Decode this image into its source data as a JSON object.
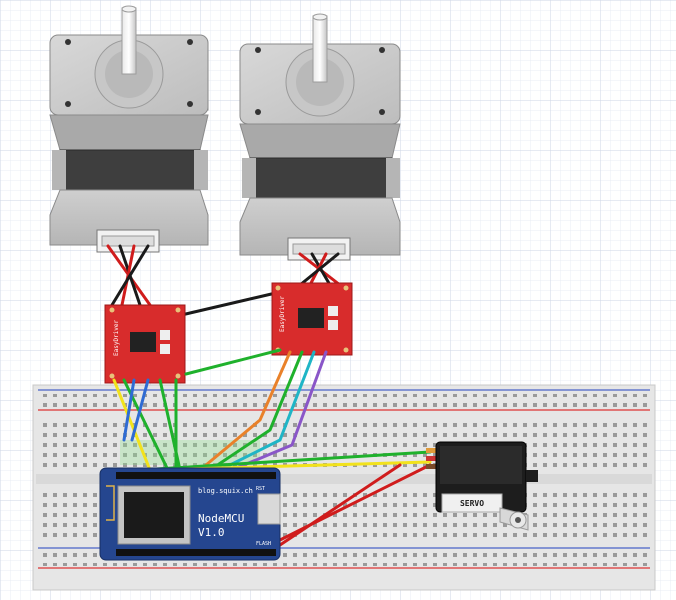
{
  "board": {
    "url": "blog.squix.ch",
    "name": "NodeMCU",
    "version": "V1.0",
    "reset": "RST",
    "flash": "FLASH"
  },
  "driver_text": "EasyDriver",
  "servo_label": "SERVO",
  "colors": {
    "driver_red": "#d82c2c",
    "board_blue": "#25468f",
    "wire_black": "#1a1a1a",
    "wire_red": "#d01c1c",
    "wire_green": "#1fb12c",
    "wire_yellow": "#f2e21c",
    "wire_blue": "#2f6bd3",
    "wire_orange": "#e9812a",
    "wire_purple": "#8a56c8",
    "wire_cyan": "#1fb5c6"
  }
}
